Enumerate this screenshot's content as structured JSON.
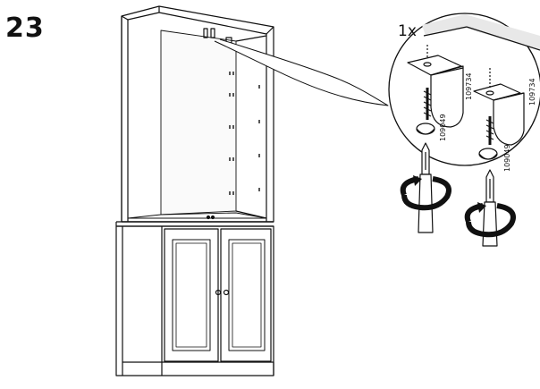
{
  "step": {
    "number": "23"
  },
  "callout": {
    "quantity": "1x",
    "bracket_part_a": "109734",
    "screw_part_a": "109049",
    "bracket_part_b": "109734",
    "screw_part_b": "109049"
  },
  "colors": {
    "ink": "#111111",
    "paper": "#ffffff",
    "shade": "#e8e8e8"
  },
  "icons": [
    "cabinet-illustration",
    "wall-bracket-icon",
    "screw-icon",
    "screwdriver-icon",
    "rotation-arrow-icon"
  ]
}
